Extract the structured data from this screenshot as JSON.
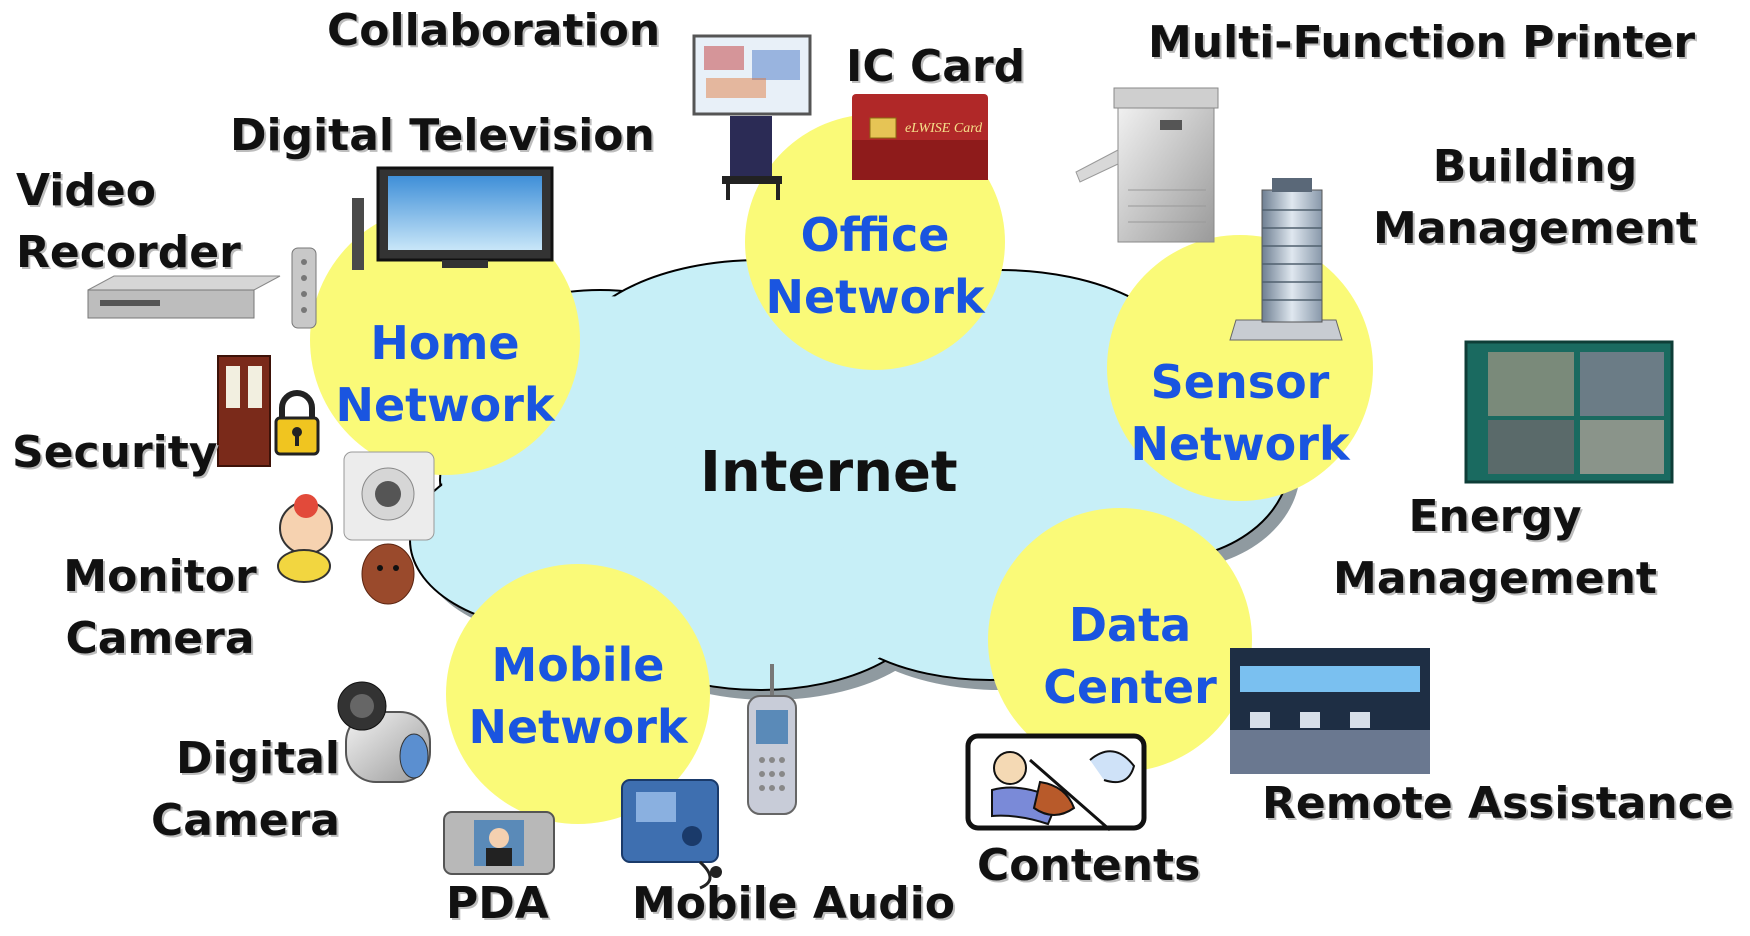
{
  "center": {
    "label": "Internet"
  },
  "networks": {
    "home": [
      "Home",
      "Network"
    ],
    "office": [
      "Office",
      "Network"
    ],
    "sensor": [
      "Sensor",
      "Network"
    ],
    "mobile": [
      "Mobile",
      "Network"
    ],
    "data": [
      "Data",
      "Center"
    ]
  },
  "devices": {
    "collaboration": "Collaboration",
    "ic_card": "IC Card",
    "mfp": "Multi-Function Printer",
    "digital_tv": "Digital Television",
    "video_recorder": [
      "Video",
      "Recorder"
    ],
    "building": [
      "Building",
      "Management"
    ],
    "security": "Security",
    "monitor_camera": [
      "Monitor",
      "Camera"
    ],
    "energy": [
      "Energy",
      "Management"
    ],
    "digital_camera": [
      "Digital",
      "Camera"
    ],
    "pda": "PDA",
    "mobile_audio": "Mobile Audio",
    "contents": "Contents",
    "remote": "Remote Assistance"
  },
  "colors": {
    "cloud": "#c7eff7",
    "bubble": "#fafa78",
    "network_text": "#1a55e0"
  },
  "ic_card_text": "eLWISE Card"
}
